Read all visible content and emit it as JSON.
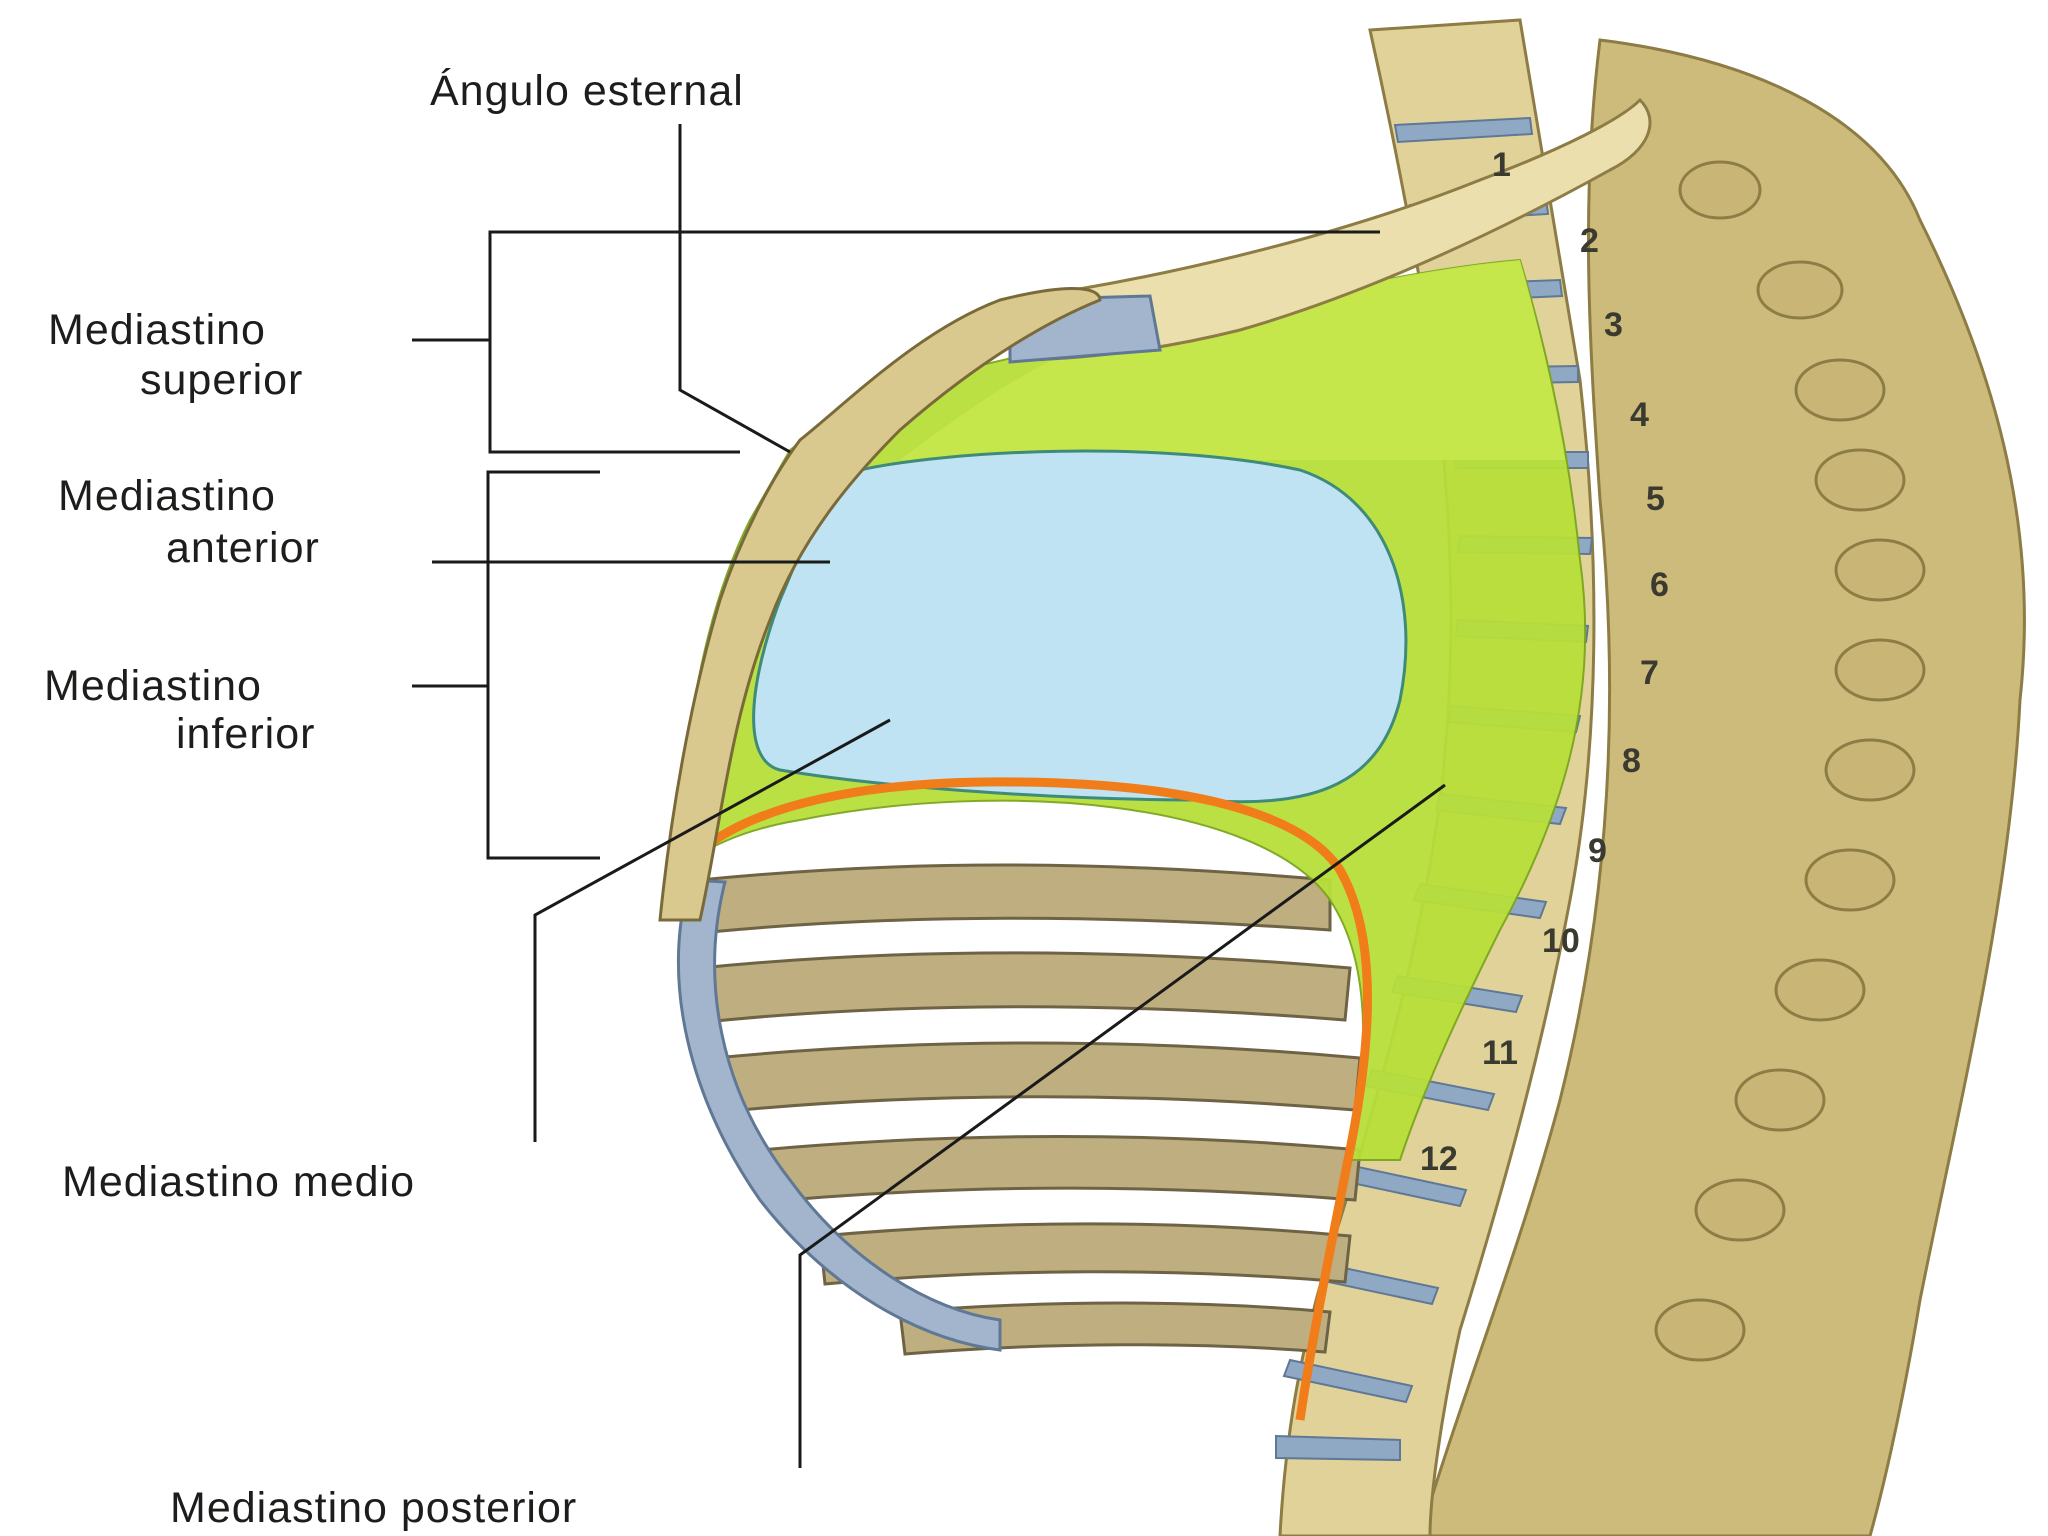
{
  "labels": {
    "angulo_esternal": "Ángulo esternal",
    "superior_l1": "Mediastino",
    "superior_l2": "superior",
    "anterior_l1": "Mediastino",
    "anterior_l2": "anterior",
    "inferior_l1": "Mediastino",
    "inferior_l2": "inferior",
    "medio": "Mediastino medio",
    "posterior": "Mediastino posterior"
  },
  "vertebrae": [
    "1",
    "2",
    "3",
    "4",
    "5",
    "6",
    "7",
    "8",
    "9",
    "10",
    "11",
    "12"
  ],
  "colors": {
    "bone": "#d9c98f",
    "bone_shadow": "#a8975c",
    "disc": "#8fa8c4",
    "mediastinum_green": "#b8df3a",
    "heart_blue": "#bfe3f2",
    "diaphragm_orange": "#f07d1a",
    "rib": "#b9a77a"
  }
}
